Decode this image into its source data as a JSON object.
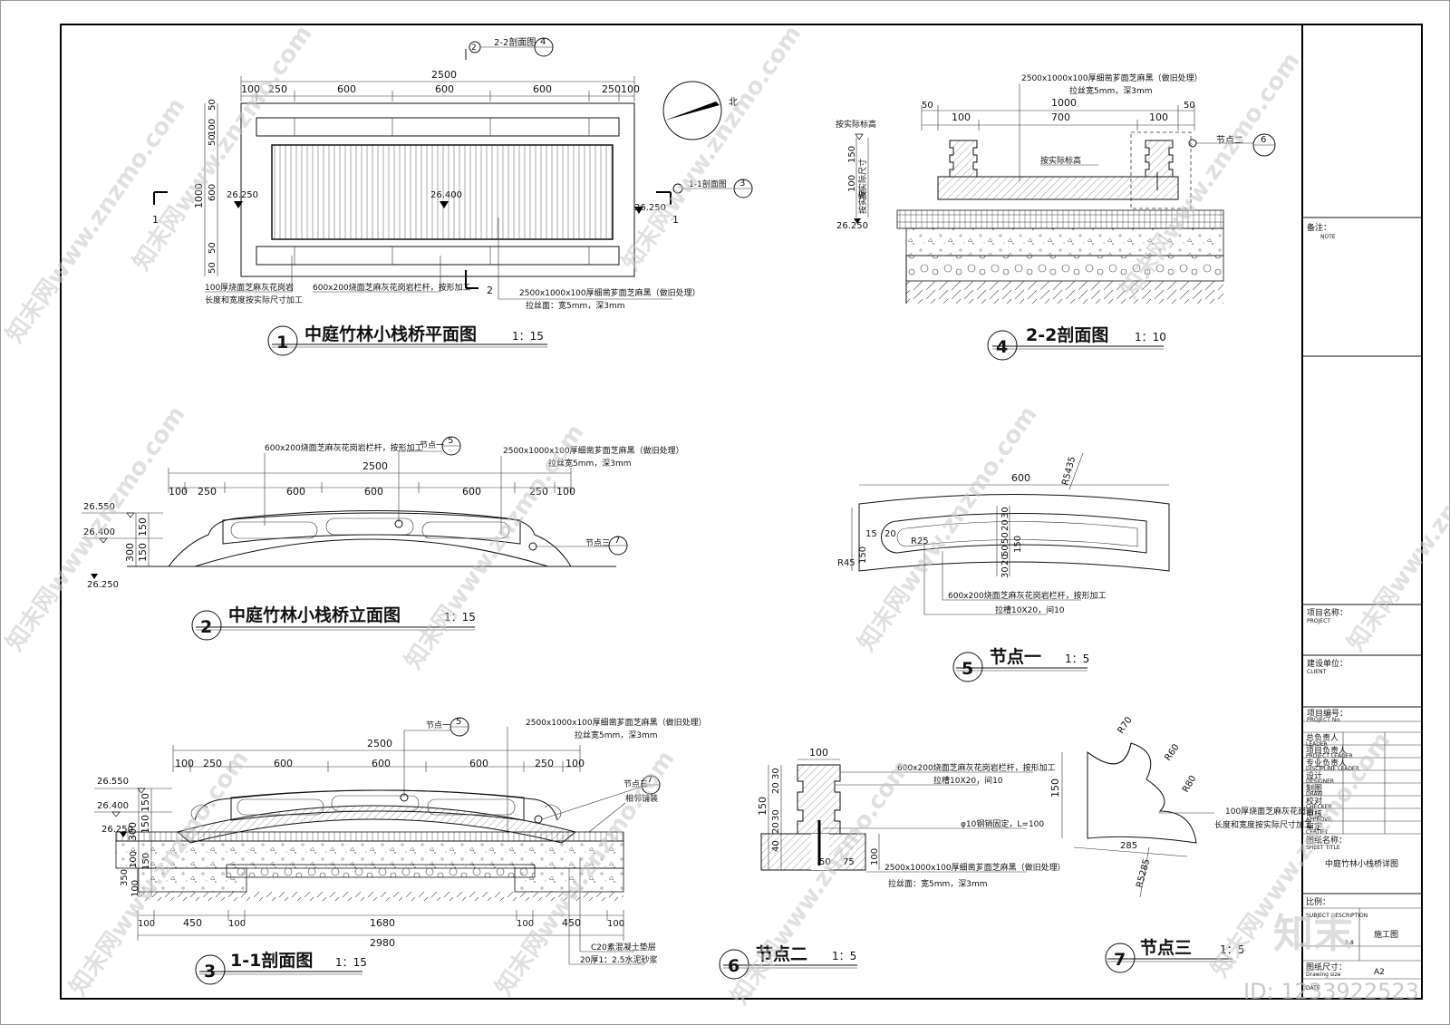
{
  "views": {
    "plan": {
      "num": "1",
      "title": "中庭竹林小栈桥平面图",
      "scale": "1：15",
      "dim_total": "2500",
      "dims": [
        "100",
        "250",
        "600",
        "600",
        "600",
        "250",
        "100"
      ],
      "vdims": [
        "50",
        "100",
        "50",
        "600",
        "1000",
        "50",
        "50"
      ],
      "elev_left": "26.250",
      "elev_mid": "26.400",
      "elev_right": "26.250",
      "sec22_label": "2-2剖面图",
      "sec22_num": "4",
      "sec22_mark": "2",
      "sec11_label": "1-1剖面图",
      "sec11_num": "3",
      "sec11_mark": "1",
      "note1a": "100厚烧面芝麻灰花岗岩",
      "note1b": "长度和宽度按实际尺寸加工",
      "note2": "600x200烧面芝麻灰花岗岩栏杆，按形加工",
      "note3a": "2500x1000x100厚细凿芗面芝麻黑（做旧处理）",
      "note3b": "拉丝面：宽5mm，深3mm",
      "north": "北"
    },
    "sec22": {
      "num": "4",
      "title": "2-2剖面图",
      "scale": "1：10",
      "top_note": "2500x1000x100厚细凿芗面芝麻黑（做旧处理）",
      "top_note2": "拉丝宽5mm，深3mm",
      "dims_top": [
        "50",
        "1000",
        "50"
      ],
      "dims_2": [
        "100",
        "700",
        "100"
      ],
      "left_label": "按实际标高",
      "mid_label": "按实际标高",
      "v1": "150",
      "v2": "按实际尺寸",
      "v3": "100",
      "v4": "按实际",
      "elev": "26.250",
      "node_label": "节点二",
      "node_num": "6"
    },
    "elev": {
      "num": "2",
      "title": "中庭竹林小栈桥立面图",
      "scale": "1：15",
      "note1": "600x200烧面芝麻灰花岗岩栏杆，按形加工",
      "node1": "节点一",
      "node1_num": "5",
      "note2a": "2500x1000x100厚细凿芗面芝麻黑（做旧处理）",
      "note2b": "拉丝宽5mm，深3mm",
      "dim_total": "2500",
      "dims": [
        "100",
        "250",
        "600",
        "600",
        "600",
        "250",
        "100"
      ],
      "e1": "26.550",
      "e2": "26.400",
      "e3": "26.250",
      "v1": "150",
      "v2": "300",
      "v3": "150",
      "node3": "节点三",
      "node3_num": "7"
    },
    "node1": {
      "num": "5",
      "title": "节点一",
      "scale": "1：5",
      "w": "600",
      "r1": "R5435",
      "r2": "R25",
      "r3": "R45",
      "d15": "15",
      "d20": "20",
      "d150": "150",
      "vs": [
        "30",
        "20",
        "50",
        "50",
        "20",
        "30"
      ],
      "v150": "150",
      "note1": "600x200烧面芝麻灰花岗岩栏杆，按形加工",
      "note2": "拉槽10X20，间10"
    },
    "sec11": {
      "num": "3",
      "title": "1-1剖面图",
      "scale": "1：15",
      "node1": "节点一",
      "node1_num": "5",
      "note1a": "2500x1000x100厚细凿芗面芝麻黑（做旧处理）",
      "note1b": "拉丝宽5mm，深3mm",
      "node3": "节点三",
      "node3_num": "7",
      "note2": "相邻铺装",
      "dim_total": "2500",
      "dims": [
        "100",
        "250",
        "600",
        "600",
        "600",
        "250",
        "100"
      ],
      "e1": "26.550",
      "e2": "26.400",
      "e3": "26.250",
      "v": [
        "150",
        "300",
        "150",
        "100",
        "150",
        "350",
        "100"
      ],
      "bot_dims": [
        "100",
        "450",
        "100",
        "1680",
        "100",
        "450",
        "100"
      ],
      "bot_total": "2980",
      "note3": "C20素混凝土垫层",
      "note4": "20厚1：2.5水泥砂浆"
    },
    "node2": {
      "num": "6",
      "title": "节点二",
      "scale": "1：5",
      "w": "100",
      "v": [
        "20",
        "30",
        "150",
        "30",
        "20",
        "40"
      ],
      "d50": "50",
      "d75": "75",
      "d100": "100",
      "note1": "600x200烧面芝麻灰花岗岩栏杆，按形加工",
      "note2": "拉槽10X20，间10",
      "note3": "φ10钢销固定，L=100",
      "note4a": "2500x1000x100厚细凿芗面芝麻黑（做旧处理）",
      "note4b": "拉丝面：宽5mm，深3mm"
    },
    "node3": {
      "num": "7",
      "title": "节点三",
      "scale": "1：5",
      "r1": "R70",
      "r2": "R60",
      "r3": "R80",
      "r4": "R5285",
      "w": "285",
      "h": "150",
      "note1": "100厚烧面芝麻灰花岗岩",
      "note2": "长度和宽度按实际尺寸加工"
    }
  },
  "title_block": {
    "note_cn": "备注：",
    "note_en": "NOTE",
    "project_cn": "项目名称：",
    "project_en": "PROJECT",
    "client_cn": "建设单位：",
    "client_en": "CLIENT",
    "rows": [
      {
        "cn": "项目编号：",
        "en": "PROJECT No."
      },
      {
        "cn": "总负责人",
        "en": "LEADER"
      },
      {
        "cn": "项目负责人",
        "en": "PROJECT LEADER"
      },
      {
        "cn": "专业负责人",
        "en": "DISCIPLINE LEADER"
      },
      {
        "cn": "设计",
        "en": "DESIGNER"
      },
      {
        "cn": "制图",
        "en": "DRAW"
      },
      {
        "cn": "校对",
        "en": "CHECKER"
      },
      {
        "cn": "审核",
        "en": "APPROVE"
      },
      {
        "cn": "审定",
        "en": "CERTIFY"
      }
    ],
    "sheet_title_cn": "图纸名称：",
    "sheet_title_en": "SHEET TITLE",
    "sheet_title": "中庭竹林小栈桥详图",
    "ratio_cn": "比例：",
    "desc_en": "SUBJECT DESCRIPTION",
    "stage": "施工图",
    "no_part": "2-8",
    "size_cn": "图纸尺寸：",
    "size_en": "Drawing size",
    "size": "A2",
    "date_en": "DATE"
  },
  "watermark": {
    "text": "知末网www.znzmo.com",
    "logo": "知末",
    "id": "ID: 1233922523"
  }
}
